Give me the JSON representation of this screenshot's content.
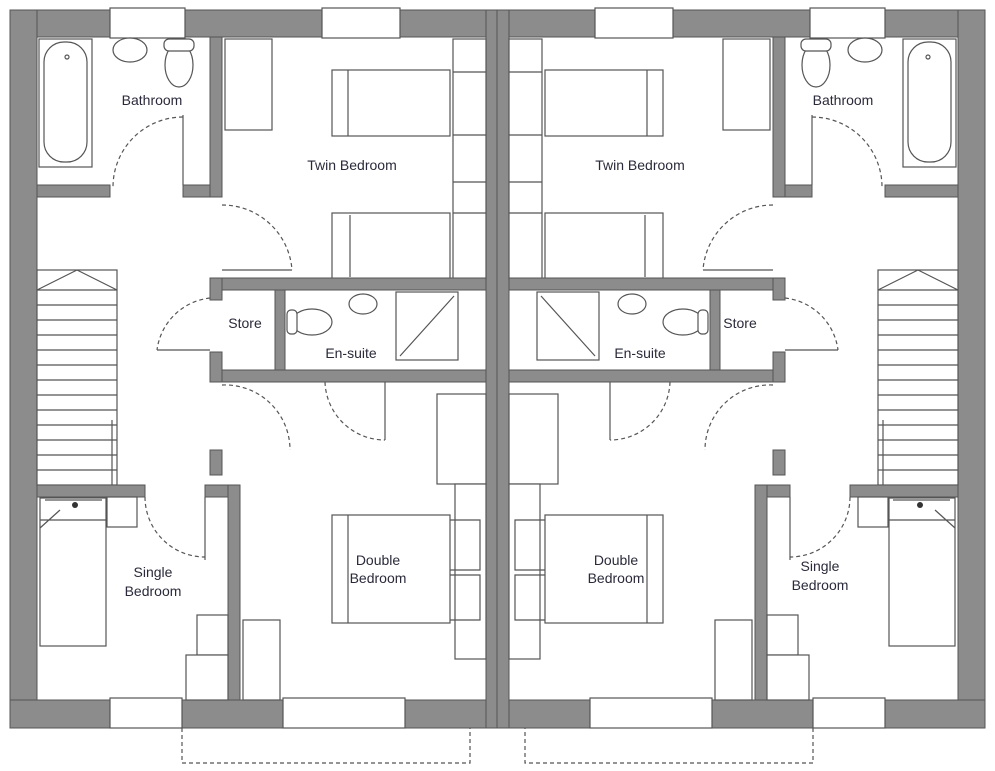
{
  "rooms": {
    "left": {
      "bathroom": "Bathroom",
      "twin_bedroom": "Twin Bedroom",
      "store": "Store",
      "en_suite": "En-suite",
      "double_bedroom": [
        "Double",
        "Bedroom"
      ],
      "single_bedroom": [
        "Single",
        "Bedroom"
      ]
    },
    "right": {
      "bathroom": "Bathroom",
      "twin_bedroom": "Twin Bedroom",
      "store": "Store",
      "en_suite": "En-suite",
      "double_bedroom": [
        "Double",
        "Bedroom"
      ],
      "single_bedroom": [
        "Single",
        "Bedroom"
      ]
    }
  },
  "colors": {
    "wall": "#8c8c8c",
    "line": "#555555",
    "text": "#2a2a3a"
  }
}
